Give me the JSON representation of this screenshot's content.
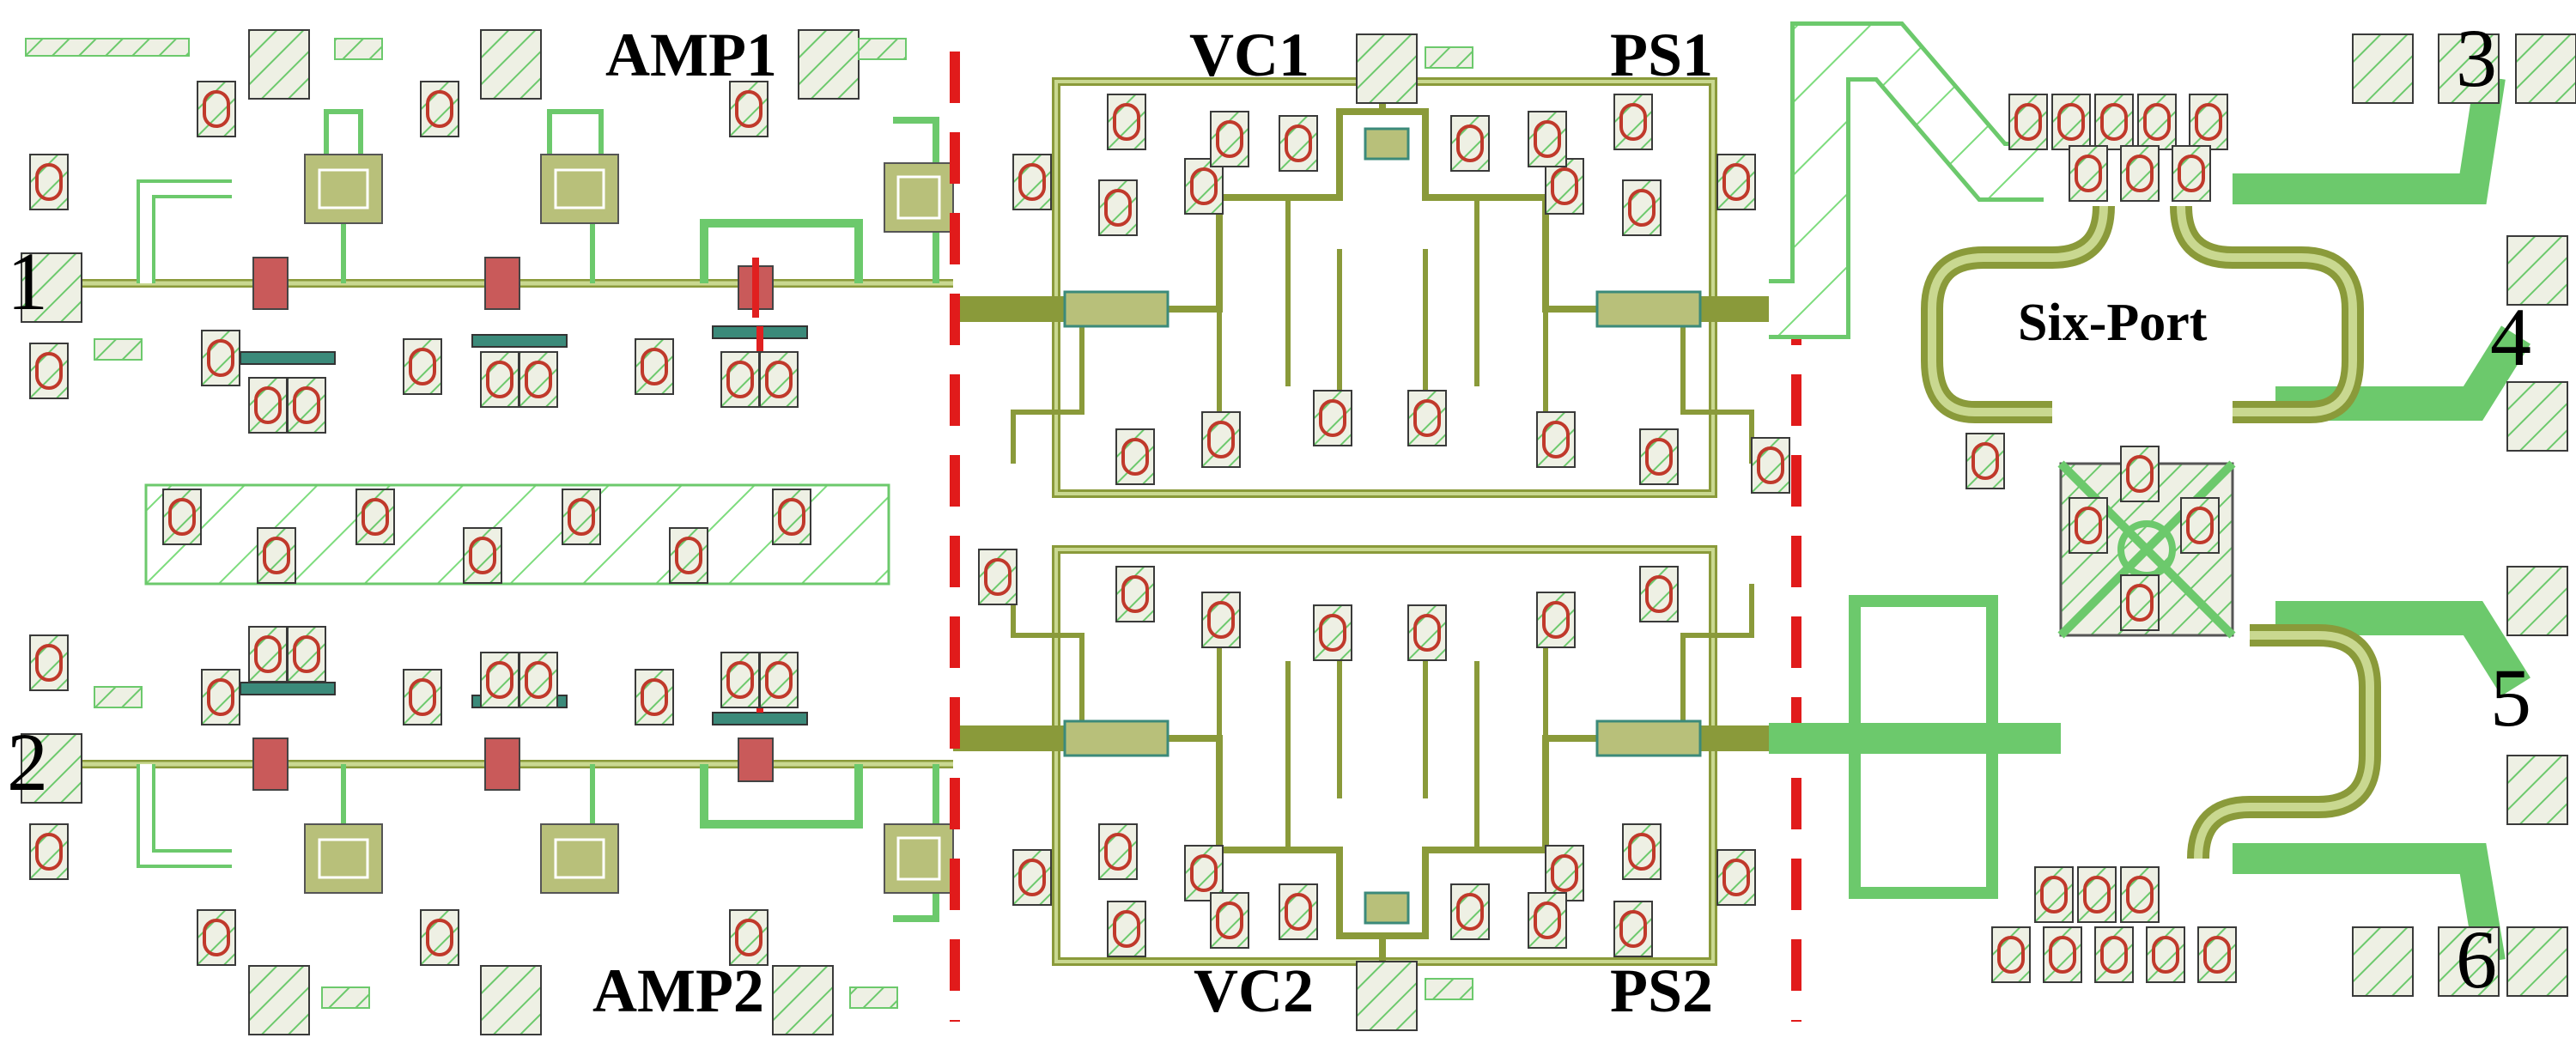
{
  "labels": {
    "amp1": "AMP1",
    "amp2": "AMP2",
    "vc1": "VC1",
    "vc2": "VC2",
    "ps1": "PS1",
    "ps2": "PS2",
    "six_port": "Six-Port"
  },
  "ports": [
    "1",
    "2",
    "3",
    "4",
    "5",
    "6"
  ],
  "colors": {
    "trace": "#5fd35f",
    "trace_dark": "#8a9a3a",
    "pad_fill": "#e6e8d8",
    "pad_hatch": "#7fd07f",
    "via": "#c0392b",
    "divider": "#e11b1b",
    "label": "#000000"
  }
}
